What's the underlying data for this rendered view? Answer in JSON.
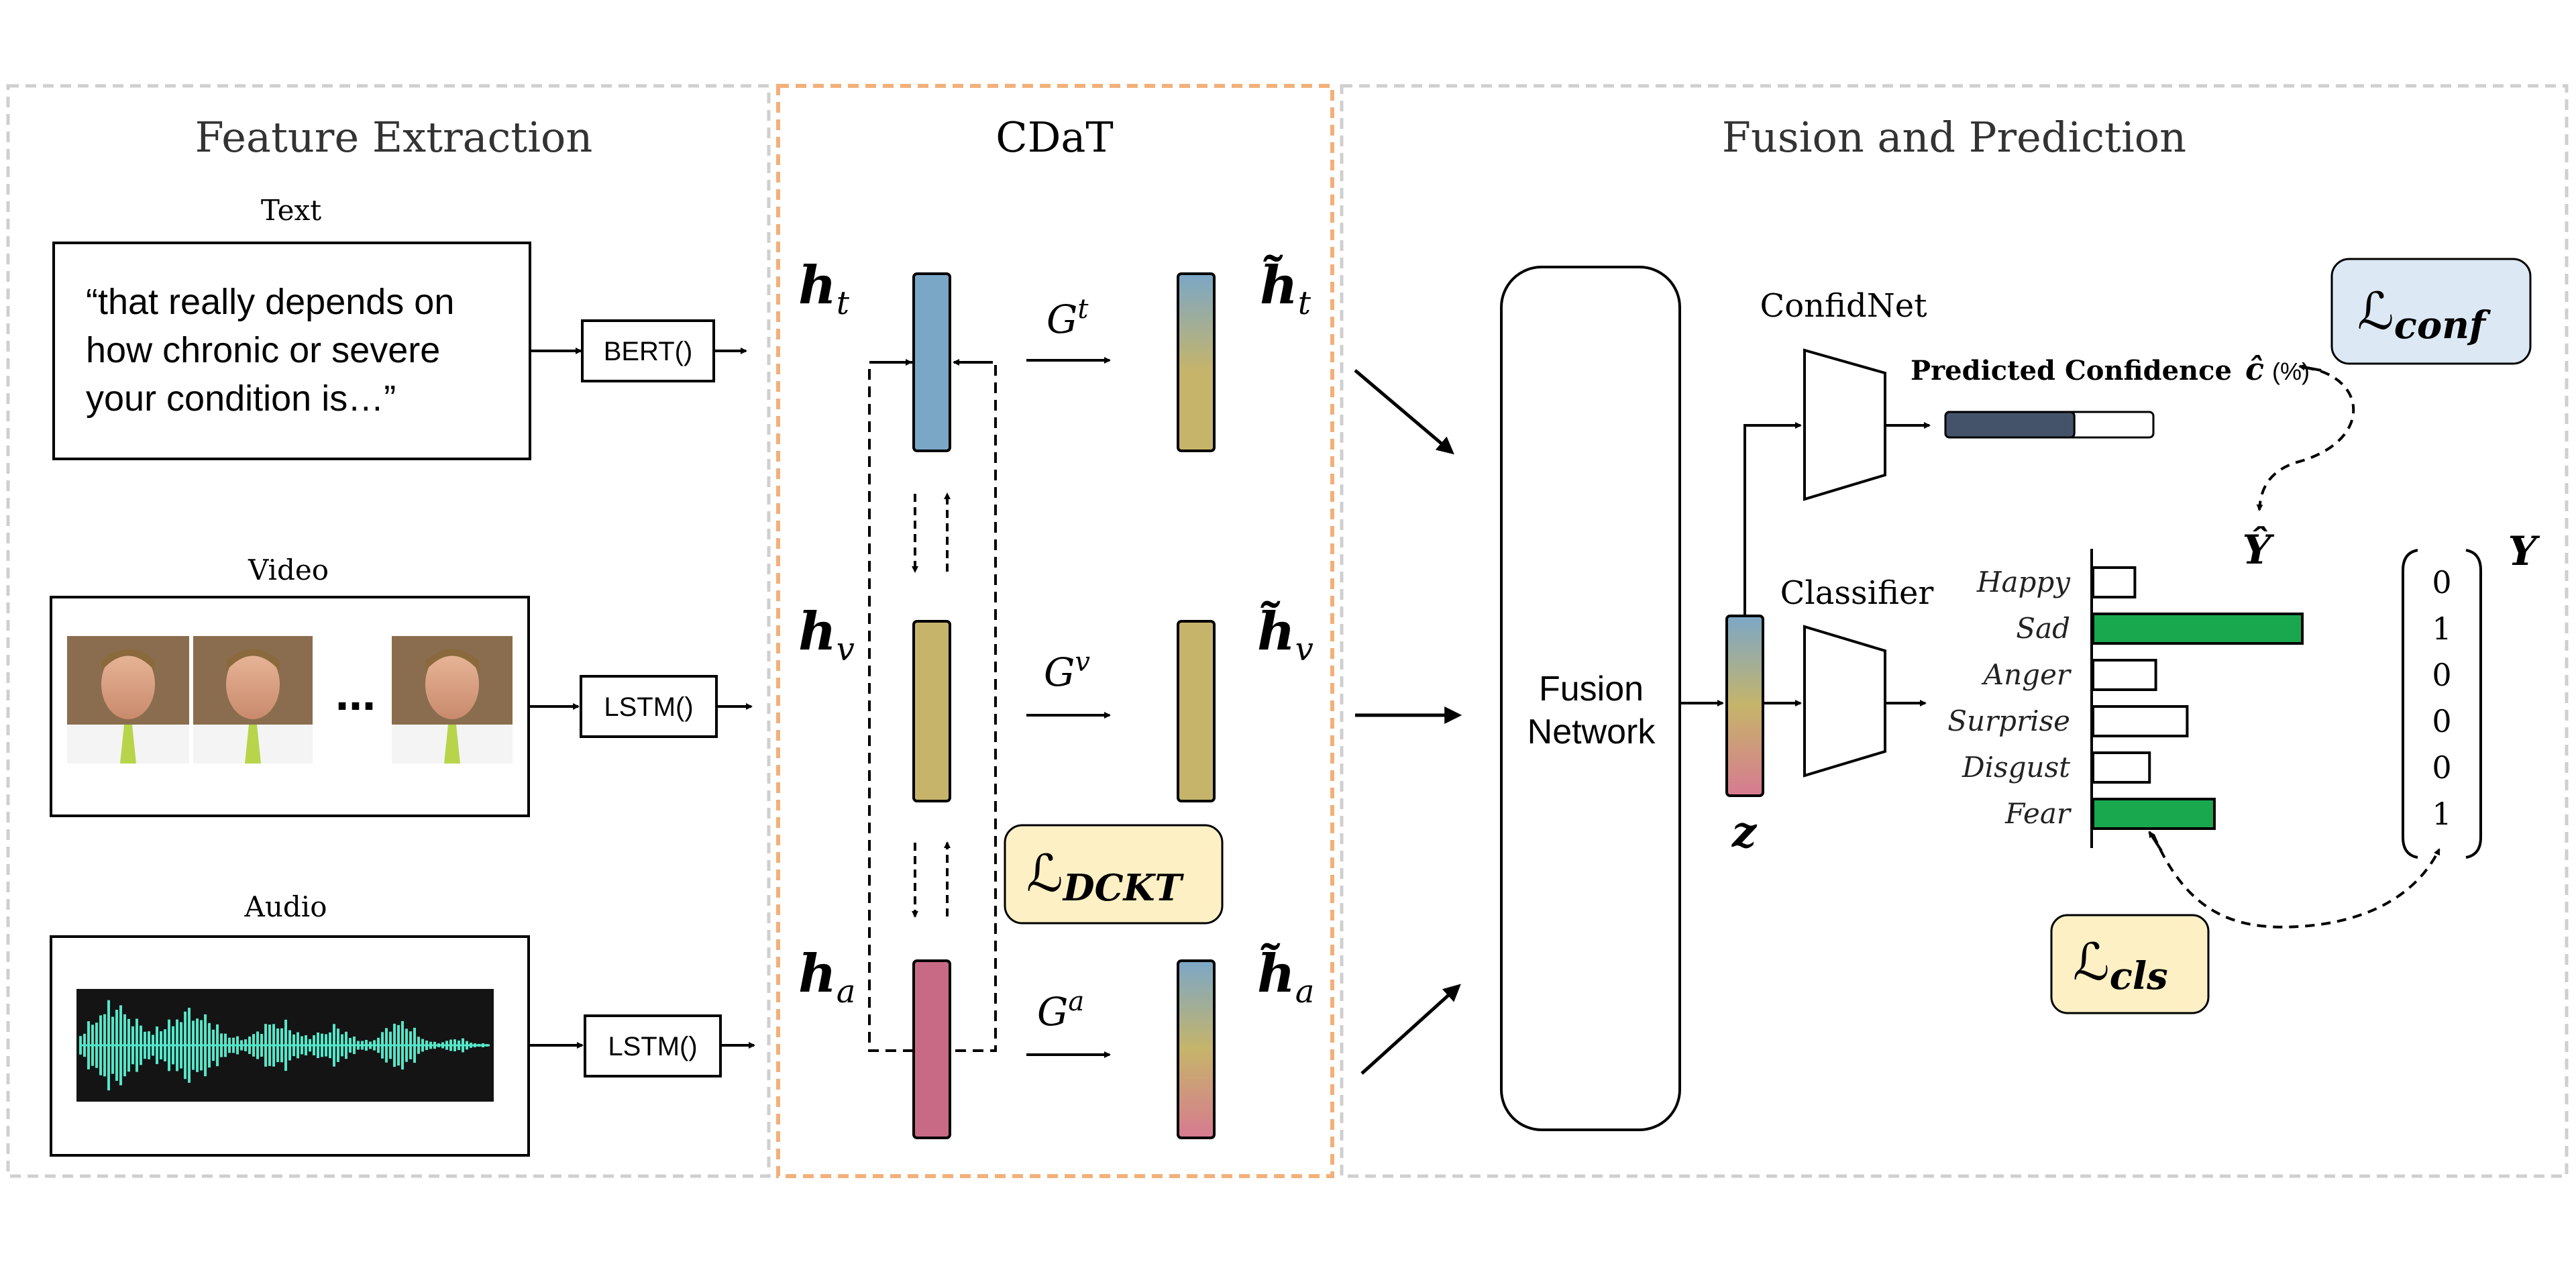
{
  "panels": {
    "feature_extraction": "Feature Extraction",
    "cdat": "CDaT",
    "fusion_prediction": "Fusion and Prediction"
  },
  "inputs": {
    "text_label": "Text",
    "text_quote": [
      "“that really depends on",
      "how chronic or severe",
      "your condition is…”"
    ],
    "video_label": "Video",
    "video_ellipsis": "…",
    "audio_label": "Audio"
  },
  "encoders": {
    "text": "BERT()",
    "video": "LSTM()",
    "audio": "LSTM()"
  },
  "cdat": {
    "h_t": "h",
    "h_t_sub": "t",
    "h_v": "h",
    "h_v_sub": "v",
    "h_a": "h",
    "h_a_sub": "a",
    "g_t": "G",
    "g_t_sup": "t",
    "g_v": "G",
    "g_v_sup": "v",
    "g_a": "G",
    "g_a_sup": "a",
    "htilde_t": "h̃",
    "htilde_t_sub": "t",
    "htilde_v": "h̃",
    "htilde_v_sub": "v",
    "htilde_a": "h̃",
    "htilde_a_sub": "a",
    "loss_dckt": "ℒ",
    "loss_dckt_sub": "DCKT"
  },
  "fusion": {
    "network": [
      "Fusion",
      "Network"
    ],
    "z_label": "z",
    "confidnet": "ConfidNet",
    "classifier": "Classifier",
    "pred_conf_text": "Predicted Confidence",
    "c_hat": "ĉ",
    "pct": "(%)",
    "predicted_confidence": 0.62,
    "loss_conf": "ℒ",
    "loss_conf_sub": "conf",
    "loss_cls": "ℒ",
    "loss_cls_sub": "cls",
    "y_hat": "Ŷ",
    "y": "Y"
  },
  "predictions": [
    {
      "emotion": "Happy",
      "score": 0.2,
      "target": "0",
      "highlight": false
    },
    {
      "emotion": "Sad",
      "score": 1.0,
      "target": "1",
      "highlight": true
    },
    {
      "emotion": "Anger",
      "score": 0.3,
      "target": "0",
      "highlight": false
    },
    {
      "emotion": "Surprise",
      "score": 0.45,
      "target": "0",
      "highlight": false
    },
    {
      "emotion": "Disgust",
      "score": 0.27,
      "target": "0",
      "highlight": false
    },
    {
      "emotion": "Fear",
      "score": 0.58,
      "target": "1",
      "highlight": true
    }
  ],
  "colors": {
    "panel_border": "#cfcfcf",
    "cdat_border": "#f2b07a",
    "text_bar": "#7ba7c7",
    "video_bar": "#c6b46a",
    "audio_bar": "#c86a86",
    "highlight_bar": "#1aa84f",
    "confidence_fill": "#45536a",
    "loss_yellow": "#fdf0c4",
    "loss_blue": "#dce8f4",
    "waveform": "#54e6c8"
  }
}
